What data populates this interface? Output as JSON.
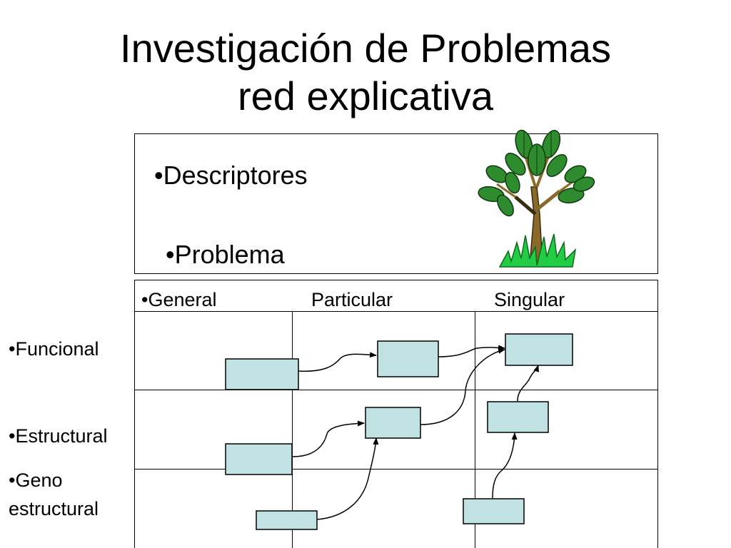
{
  "slide": {
    "title_line1": "Investigación de Problemas",
    "title_line2": "red explicativa"
  },
  "top_box": {
    "items": [
      "•Descriptores",
      "•Problema"
    ],
    "tree_icon": "tree-icon"
  },
  "grid": {
    "columns": [
      "•General",
      "Particular",
      "Singular"
    ],
    "rows": [
      "•Funcional",
      "•Estructural",
      "•Geno estructural"
    ],
    "row_label_lines": {
      "geno_line1": "•Geno",
      "geno_line2": "estructural"
    }
  },
  "colors": {
    "node_fill": "#c0e2e3",
    "leaf_green": "#2e8b2e",
    "grass_green": "#22cc44",
    "trunk": "#8a6a2a"
  }
}
